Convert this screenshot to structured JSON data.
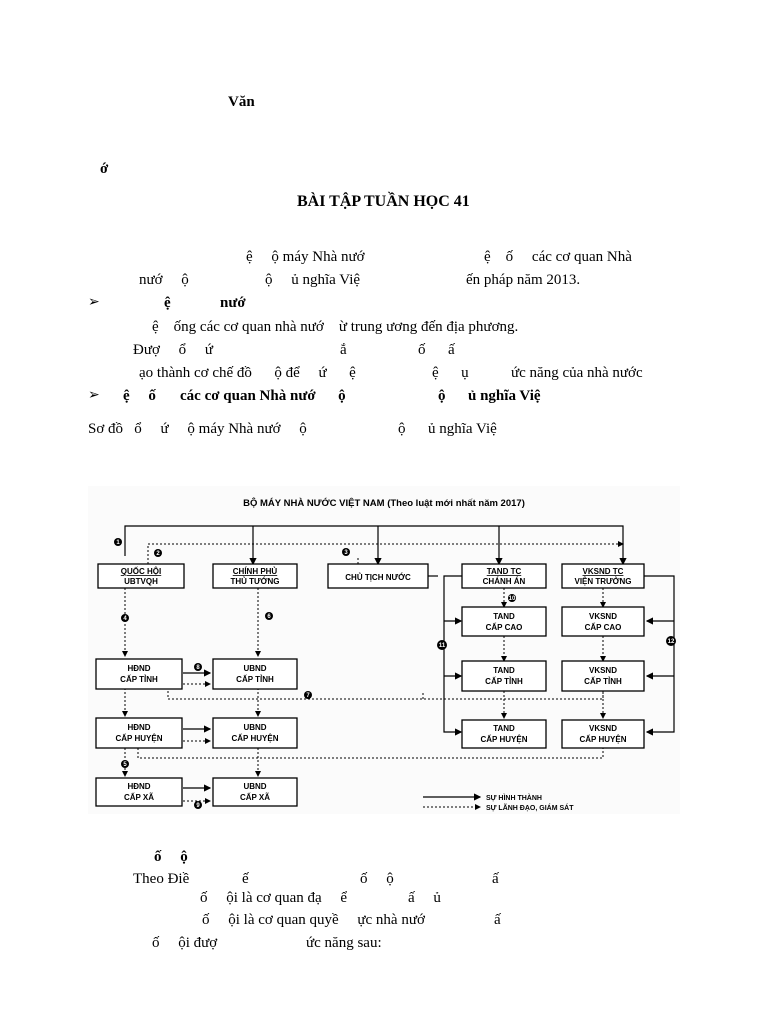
{
  "document": {
    "line_van": "Văn",
    "line_o": "ớ",
    "title": "BÀI TẬP TUẦN HỌC 41",
    "para1_a": "ệ     ộ máy Nhà nướ",
    "para1_b": "ệ    ố     các cơ quan Nhà",
    "para2_a": "nướ     ộ",
    "para2_b": "ộ     ủ nghĩa Việ",
    "para2_c": "ến pháp năm 2013.",
    "bullet1_sym": "➢",
    "bullet1_a": "ệ",
    "bullet1_b": "nướ",
    "line_h": "ệ    ống các cơ quan nhà nướ    ừ trung ương đến địa phương.",
    "line_duoc_a": "Đượ     ổ     ứ",
    "line_duoc_b": "ắ",
    "line_duoc_c": "ố      ấ",
    "line_tao_a": "ạo thành cơ chế đồ      ộ để     ứ      ệ",
    "line_tao_b": "ệ      ụ",
    "line_tao_c": "ức năng của nhà nước",
    "bullet2_sym": "➢",
    "bullet2_a": "ệ     ố",
    "bullet2_b": "các cơ quan Nhà nướ      ộ",
    "bullet2_c": "ộ      ủ nghĩa Việ",
    "sodo_a": "Sơ đồ   ổ     ứ     ộ máy Nhà nướ     ộ",
    "sodo_b": "ộ      ủ nghĩa Việ",
    "after_a": "ố     ộ",
    "after_b1": "Theo Điề",
    "after_b2": "ế",
    "after_b3": "ố     ộ",
    "after_b4": "ấ",
    "after_c1": "ố     ội là cơ quan đạ     ể",
    "after_c2": "ấ     ủ",
    "after_d1": "ố     ội là cơ quan quyề     ực nhà nướ",
    "after_d2": "ấ",
    "after_e1": "ố     ội đượ",
    "after_e2": "ức năng sau:"
  },
  "diagram": {
    "title": "BỘ MÁY NHÀ NƯỚC VIỆT NAM (Theo luật mới nhất năm 2017)",
    "boxes": {
      "quoc_hoi": [
        "QUỐC HỘI",
        "UBTVQH"
      ],
      "chinh_phu": [
        "CHÍNH PHỦ",
        "THỦ TƯỚNG"
      ],
      "chu_tich": [
        "CHỦ TỊCH NƯỚC"
      ],
      "tand_tc": [
        "TAND TC",
        "CHÁNH ÁN"
      ],
      "vksnd_tc": [
        "VKSND TC",
        "VIỆN TRƯỞNG"
      ],
      "tand_cc": [
        "TAND",
        "CẤP CAO"
      ],
      "vksnd_cc": [
        "VKSND",
        "CẤP CAO"
      ],
      "hdnd_tinh": [
        "HĐND",
        "CẤP TỈNH"
      ],
      "ubnd_tinh": [
        "UBND",
        "CẤP TỈNH"
      ],
      "tand_tinh": [
        "TAND",
        "CẤP TỈNH"
      ],
      "vksnd_tinh": [
        "VKSND",
        "CẤP TỈNH"
      ],
      "hdnd_huyen": [
        "HĐND",
        "CẤP HUYỆN"
      ],
      "ubnd_huyen": [
        "UBND",
        "CẤP HUYỆN"
      ],
      "tand_huyen": [
        "TAND",
        "CẤP HUYỆN"
      ],
      "vksnd_huyen": [
        "VKSND",
        "CẤP HUYỆN"
      ],
      "hdnd_xa": [
        "HĐND",
        "CẤP XÃ"
      ],
      "ubnd_xa": [
        "UBND",
        "CẤP XÃ"
      ]
    },
    "legend": {
      "solid": "SỰ HÌNH THÀNH",
      "dotted": "SỰ LÃNH ĐẠO, GIÁM SÁT"
    },
    "markers": [
      "1",
      "2",
      "3",
      "4",
      "5",
      "6",
      "7",
      "8",
      "9",
      "10",
      "11",
      "12"
    ]
  }
}
